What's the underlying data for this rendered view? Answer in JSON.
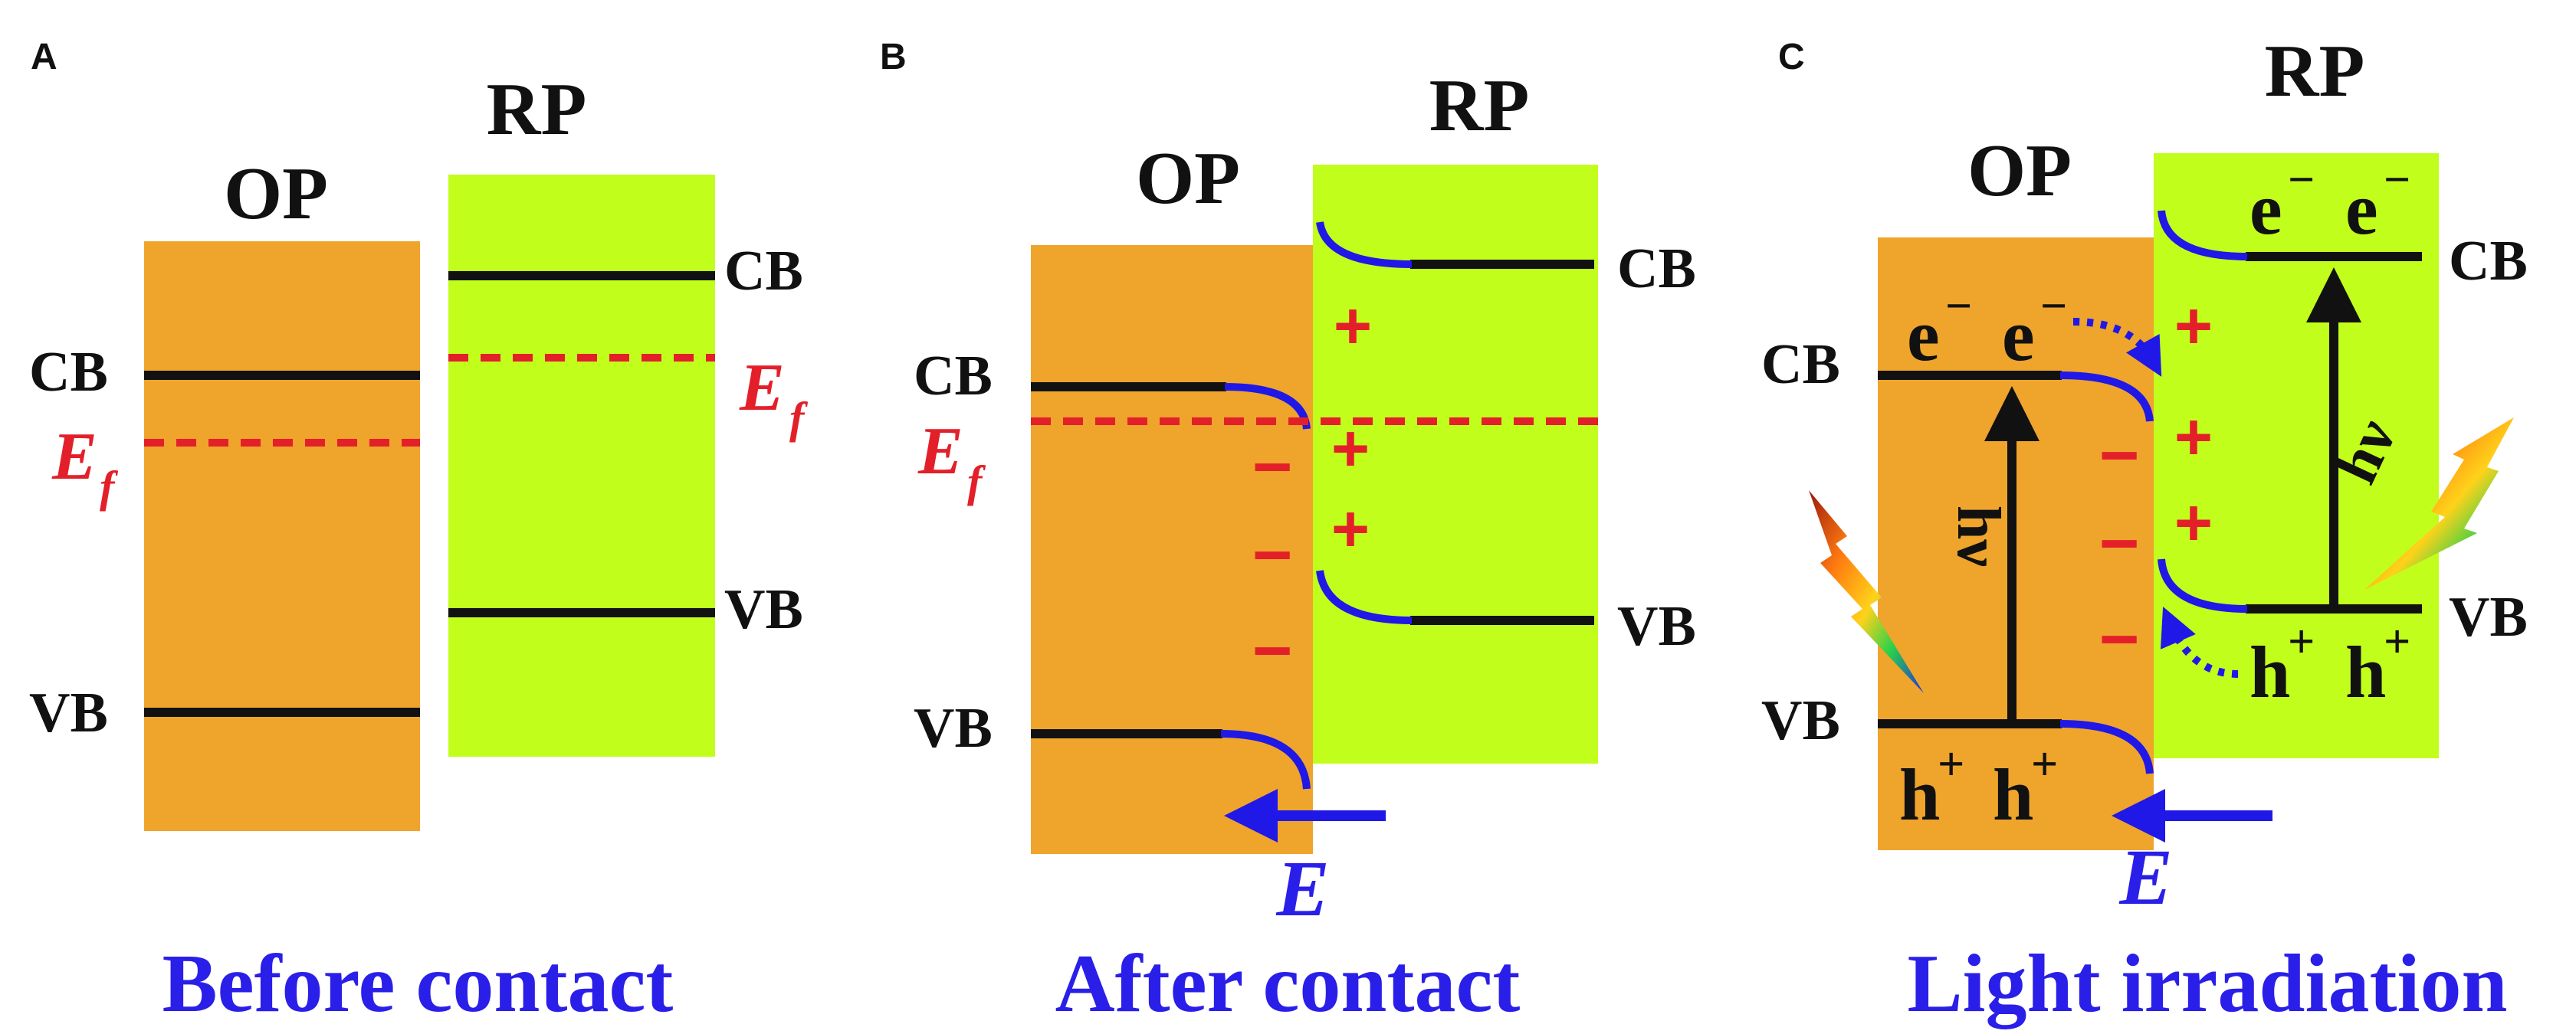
{
  "colors": {
    "op_fill": "#EFA42C",
    "rp_fill": "#C2FE1C",
    "band_line": "#111111",
    "fermi": "#E3202A",
    "bending": "#1F18E6",
    "charge": "#E3202A",
    "caption": "#2A1FE8",
    "text": "#111111"
  },
  "panels": [
    {
      "letter": "A",
      "op_label": "OP",
      "rp_label": "RP",
      "cb_op": "CB",
      "vb_op": "VB",
      "cb_rp": "CB",
      "vb_rp": "VB",
      "fermi_label": "E",
      "fermi_sub": "f",
      "fermi_label_rp": "E",
      "fermi_sub_rp": "f",
      "caption": "Before contact"
    },
    {
      "letter": "B",
      "op_label": "OP",
      "rp_label": "RP",
      "cb_op": "CB",
      "vb_op": "VB",
      "cb_rp": "CB",
      "vb_rp": "VB",
      "fermi_label": "E",
      "fermi_sub": "f",
      "field_label": "E",
      "plus": "+",
      "minus": "−",
      "caption": "After contact"
    },
    {
      "letter": "C",
      "op_label": "OP",
      "rp_label": "RP",
      "cb_op": "CB",
      "vb_op": "VB",
      "cb_rp": "CB",
      "vb_rp": "VB",
      "electron": "e",
      "electron_sup": "−",
      "hole": "h",
      "hole_sup": "+",
      "hv": "hν",
      "field_label": "E",
      "plus": "+",
      "minus": "−",
      "caption": "Light irradiation"
    }
  ]
}
